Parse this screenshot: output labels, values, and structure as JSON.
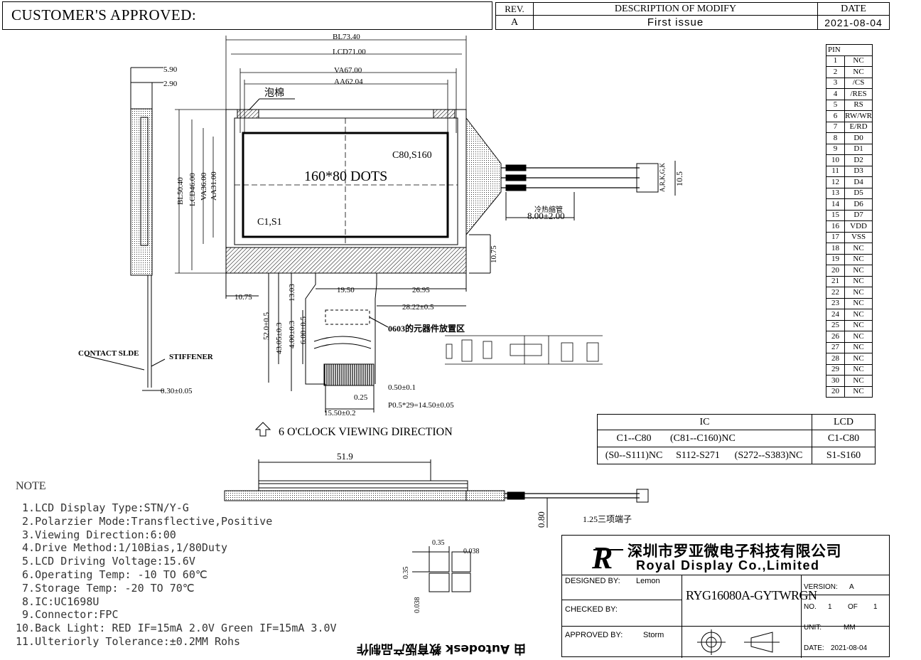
{
  "header": {
    "approval": "CUSTOMER'S APPROVED:",
    "rev_header": "REV.",
    "desc_header": "DESCRIPTION OF MODIFY",
    "date_header": "DATE",
    "rev": "A",
    "desc": "First issue",
    "date": "2021-08-04"
  },
  "drawing": {
    "dots_label": "160*80 DOTS",
    "corner_tr": "C80,S160",
    "corner_bl": "C1,S1",
    "foam_label": "泡棉",
    "dims": {
      "bl": "BL73.40",
      "lcd": "LCD71.00",
      "va": "VA67.00",
      "aa": "AA62.04",
      "bl_h": "BL50.40",
      "lcd_h": "LCD46.00",
      "va_h": "VA36.00",
      "aa_h": "AA31.00",
      "t1": "5.90",
      "t2": "2.90",
      "d1075a": "10.75",
      "d1075b": "10.75",
      "d1950": "19.50",
      "d2695": "26.95",
      "d2822": "28.22±0.5",
      "d1303": "13.03",
      "d520": "52.0±0.5",
      "d4305": "43.05±0.3",
      "d400": "4.00±0.3",
      "d600": "6.00±0.5",
      "d050": "0.50±0.1",
      "d025": "0.25",
      "d1550": "15.50±0.2",
      "pitch": "P0.5*29=14.50±0.05",
      "d030": "0.30±0.05",
      "d105": "10.5",
      "d800": "8.00±2.00",
      "d519": "51.9",
      "d080": "0.80",
      "conn125": "1.25三项端子",
      "d035a": "0.35",
      "d038a": "0.038",
      "d035b": "0.35",
      "d038b": "0.038",
      "comp_pos": "0603的元器件放置区",
      "contact_side": "CONTACT SLDE",
      "stiffener": "STIFFENER",
      "wire_note": "冷热缩管",
      "conn_label": "A,R,K,G,K"
    },
    "viewing": "6 O'CLOCK VIEWING DIRECTION"
  },
  "pin_table": {
    "header": "PIN",
    "rows": [
      [
        "1",
        "NC"
      ],
      [
        "2",
        "NC"
      ],
      [
        "3",
        "/CS"
      ],
      [
        "4",
        "/RES"
      ],
      [
        "5",
        "RS"
      ],
      [
        "6",
        "RW/WR"
      ],
      [
        "7",
        "E/RD"
      ],
      [
        "8",
        "D0"
      ],
      [
        "9",
        "D1"
      ],
      [
        "10",
        "D2"
      ],
      [
        "11",
        "D3"
      ],
      [
        "12",
        "D4"
      ],
      [
        "13",
        "D5"
      ],
      [
        "14",
        "D6"
      ],
      [
        "15",
        "D7"
      ],
      [
        "16",
        "VDD"
      ],
      [
        "17",
        "VSS"
      ],
      [
        "18",
        "NC"
      ],
      [
        "19",
        "NC"
      ],
      [
        "20",
        "NC"
      ],
      [
        "21",
        "NC"
      ],
      [
        "22",
        "NC"
      ],
      [
        "23",
        "NC"
      ],
      [
        "24",
        "NC"
      ],
      [
        "25",
        "NC"
      ],
      [
        "26",
        "NC"
      ],
      [
        "27",
        "NC"
      ],
      [
        "28",
        "NC"
      ],
      [
        "29",
        "NC"
      ],
      [
        "30",
        "NC"
      ],
      [
        "20",
        "NC"
      ]
    ]
  },
  "ic_table": {
    "ic_header": "IC",
    "lcd_header": "LCD",
    "r1_a": "C1--C80",
    "r1_b": "(C81--C160)NC",
    "r1_lcd": "C1-C80",
    "r2_a": "(S0--S111)NC",
    "r2_b": "S112-S271",
    "r2_c": "(S272--S383)NC",
    "r2_lcd": "S1-S160"
  },
  "notes": {
    "title": "NOTE",
    "items": [
      " 1.LCD Display Type:STN/Y-G",
      " 2.Polarzier Mode:Transflective,Positive",
      " 3.Viewing Direction:6:00",
      " 4.Drive Method:1/10Bias,1/80Duty",
      " 5.LCD Driving Voltage:15.6V",
      " 6.Operating Temp: -10 TO 60℃",
      " 7.Storage Temp: -20 TO 70℃",
      " 8.IC:UC1698U",
      " 9.Connector:FPC",
      "10.Back Light: RED IF=15mA 2.0V Green IF=15mA 3.0V",
      "11.Ulteriorly Tolerance:±0.2MM Rohs"
    ]
  },
  "title_block": {
    "company_cn": "深圳市罗亚微电子科技有限公司",
    "company_en": "Royal Display Co.,Limited",
    "designed_label": "DESIGNED BY:",
    "designed_by": "Lemon",
    "checked_label": "CHECKED BY:",
    "approved_label": "APPROVED BY:",
    "approved_by": "Storm",
    "part_no": "RYG16080A-GYTWRGN",
    "version_label": "VERSION:",
    "version": "A",
    "no_label": "NO.",
    "no": "1",
    "of_label": "OF",
    "of": "1",
    "unit_label": "UNIT:",
    "unit": "MM",
    "date_label": "DATE:",
    "date": "2021-08-04"
  },
  "watermark": "由 Autodesk 教育版产品制作"
}
